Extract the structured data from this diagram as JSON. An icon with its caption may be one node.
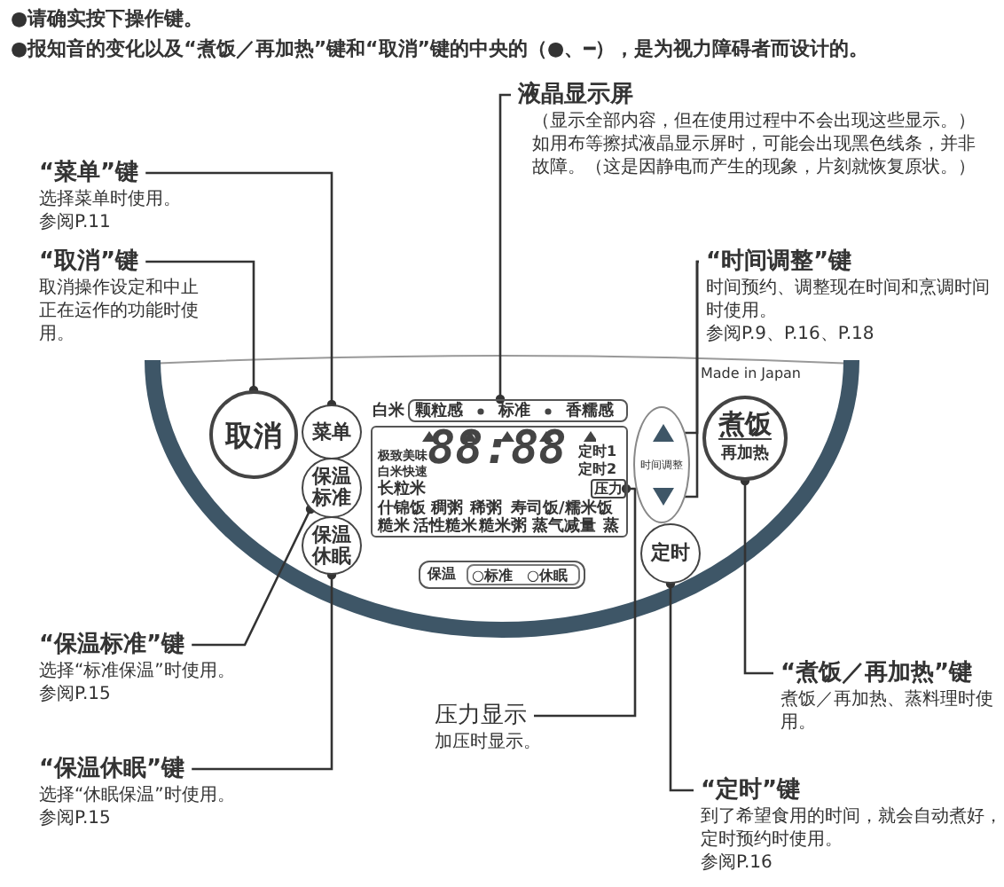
{
  "diagram": {
    "nodes": [
      {
        "text": [
          "“菜单”键",
          "选择菜单时使用。",
          "参阅P.11"
        ]
      },
      {
        "text": [
          "“取消”键",
          "取消操作设定和中止正在运作的功能时使用。"
        ]
      },
      {
        "text": [
          "液晶显示屏",
          "（显示全部内容，但在使用过程中不会出现这些显示。）如用布等擦拭液晶显示屏时，可能会出现黑色线条，并非故障。（这是因静电而产生的现象，片刻就恢复原状。）"
        ]
      },
      {
        "text": [
          "“时间调整”键",
          "时间预约、调整现在时间和烹调时间时使用。",
          "参阅P.9、P.16、P.18"
        ]
      },
      {
        "text": [
          "“保温标准”键",
          "选择“标准保温”时使用。",
          "参阅P.15"
        ]
      },
      {
        "text": [
          "“保温休眠”键",
          "选择“休眠保温”时使用。",
          "参阅P.15"
        ]
      },
      {
        "text": [
          "压力显示",
          "加压时显示。"
        ]
      },
      {
        "text": [
          "“煮饭／再加热”键",
          "煮饭／再加热、蒸料理时使用。"
        ]
      },
      {
        "text": [
          "“定时”键",
          "到了希望食用的时间，就会自动煮好，定时预约时使用。",
          "参阅P.16"
        ]
      },
      {
        "text": [
          "取消"
        ]
      },
      {
        "text": [
          "菜单"
        ]
      },
      {
        "text": [
          "保温标准"
        ]
      },
      {
        "text": [
          "保温休眠"
        ]
      },
      {
        "text": [
          "白米",
          "颗粒感",
          "标准",
          "香糯感",
          "极致美味",
          "白米快速",
          "长粒米",
          "88:88",
          "定时1",
          "定时2",
          "什锦饭",
          "稠粥",
          "稀粥",
          "寿司饭/糯米饭",
          "糙米",
          "活性糙米",
          "糙米粥",
          "蒸气减量",
          "蒸"
        ]
      },
      {
        "text": [
          "压力"
        ],
        "in": 13
      },
      {
        "text": [
          "时间调整"
        ]
      },
      {
        "text": [],
        "shape": "triangle",
        "in": 15
      },
      {
        "text": [],
        "shape": "triangle",
        "in": 15
      },
      {
        "text": [
          "煮饭",
          "再加热"
        ]
      },
      {
        "text": [
          "定时"
        ]
      },
      {
        "text": [
          "保温",
          "○标准",
          "○休眠"
        ]
      }
    ],
    "edges": [
      {
        "from": 0,
        "to": 10,
        "arrow": "other"
      },
      {
        "from": 1,
        "to": 9,
        "arrow": "other"
      },
      {
        "from": 2,
        "to": 13,
        "arrow": "other"
      },
      {
        "from": 3,
        "to": 16,
        "arrow": "other"
      },
      {
        "from": 3,
        "to": 17,
        "arrow": "other"
      },
      {
        "from": 4,
        "to": 11,
        "arrow": "other"
      },
      {
        "from": 5,
        "to": 12,
        "arrow": "other"
      },
      {
        "from": 6,
        "to": 14,
        "arrow": "other"
      },
      {
        "from": 7,
        "to": 18,
        "arrow": "other"
      },
      {
        "from": 8,
        "to": 19,
        "arrow": "other"
      }
    ],
    "labels": [
      "●请确实按下操作键。",
      "●报知音的变化以及“煮饭／再加热”键和“取消”键的中央的（●、━），是为视力障碍者而设计的。",
      "Made in Japan"
    ]
  }
}
